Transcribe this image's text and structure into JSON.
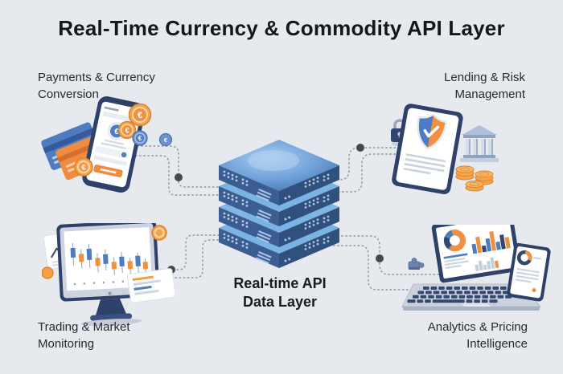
{
  "title": "Real-Time Currency & Commodity API Layer",
  "currency_symbol": "€",
  "center_node": {
    "label_line1": "Real-time API",
    "label_line2": "Data Layer",
    "icon": "server-stack-icon"
  },
  "nodes": {
    "top_left": {
      "label_line1": "Payments & Currency",
      "label_line2": "Conversion",
      "icon": "mobile-payments-icon"
    },
    "top_right": {
      "label_line1": "Lending & Risk",
      "label_line2": "Management",
      "icon": "risk-shield-tablet-icon"
    },
    "bottom_left": {
      "label_line1": "Trading & Market",
      "label_line2": "Monitoring",
      "icon": "trading-monitor-icon"
    },
    "bottom_right": {
      "label_line1": "Analytics & Pricing",
      "label_line2": "Intelligence",
      "icon": "analytics-laptop-icon"
    }
  },
  "colors": {
    "background": "#e6e9ed",
    "title_text": "#14171c",
    "label_text": "#262a31",
    "accent_orange": "#ef9140",
    "accent_blue": "#4d7dc0",
    "device_navy": "#2e4168",
    "server_face_left": "#3c5d91",
    "server_face_right": "#30507e",
    "server_glow": "#7ab3e4",
    "connector_line": "#8d939c",
    "connector_node": "#44494f"
  }
}
